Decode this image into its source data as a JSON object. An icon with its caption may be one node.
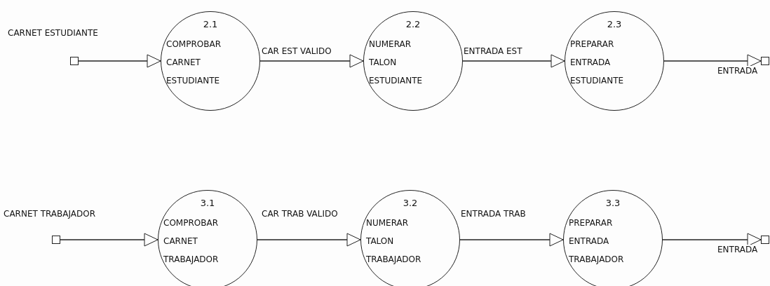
{
  "diagram": {
    "nodes": [
      {
        "text": [],
        "shape": "box"
      },
      {
        "text": [
          "2.1",
          "COMPROBAR CARNET ESTUDIANTE"
        ]
      },
      {
        "text": [
          "2.2",
          "NUMERAR TALON ESTUDIANTE"
        ]
      },
      {
        "text": [
          "2.3",
          "PREPARAR ENTRADA ESTUDIANTE"
        ]
      },
      {
        "text": [],
        "shape": "box"
      },
      {
        "text": [],
        "shape": "box"
      },
      {
        "text": [
          "3.1",
          "COMPROBAR CARNET TRABAJADOR"
        ]
      },
      {
        "text": [
          "3.2",
          "NUMERAR TALON TRABAJADOR"
        ]
      },
      {
        "text": [
          "3.3",
          "PREPARAR ENTRADA TRABAJADOR"
        ]
      },
      {
        "text": [],
        "shape": "box"
      }
    ],
    "edges": [
      {
        "from": 0,
        "to": 1,
        "arrow": "to",
        "label": "CARNET ESTUDIANTE"
      },
      {
        "from": 1,
        "to": 2,
        "arrow": "to",
        "label": "CAR EST VALIDO"
      },
      {
        "from": 2,
        "to": 3,
        "arrow": "to",
        "label": "ENTRADA EST"
      },
      {
        "from": 3,
        "to": 4,
        "arrow": "to",
        "label": "ENTRADA"
      },
      {
        "from": 5,
        "to": 6,
        "arrow": "to",
        "label": "CARNET TRABAJADOR"
      },
      {
        "from": 6,
        "to": 7,
        "arrow": "to",
        "label": "CAR TRAB VALIDO"
      },
      {
        "from": 7,
        "to": 8,
        "arrow": "to",
        "label": "ENTRADA TRAB"
      },
      {
        "from": 8,
        "to": 9,
        "arrow": "to",
        "label": "ENTRADA"
      }
    ]
  }
}
